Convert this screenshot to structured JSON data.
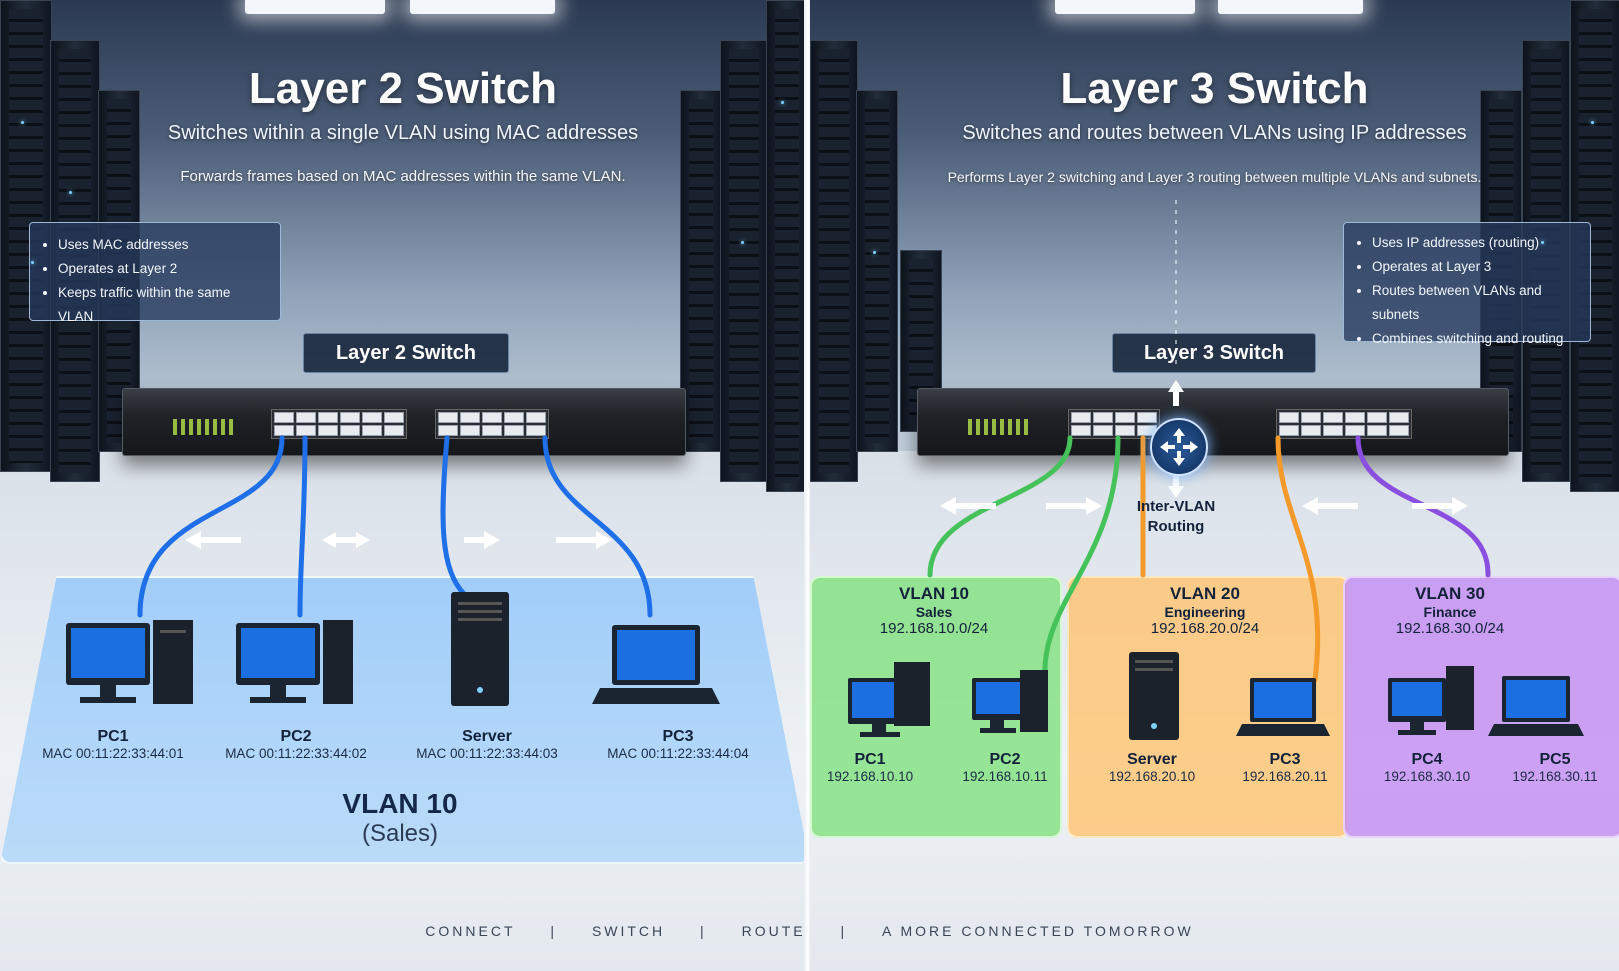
{
  "left": {
    "title": "Layer 2 Switch",
    "subtitle": "Switches within a single VLAN using MAC addresses",
    "description": "Forwards frames based on MAC addresses within the same VLAN.",
    "bullets": [
      "Uses MAC addresses",
      "Operates at Layer 2",
      "Keeps traffic within the same VLAN"
    ],
    "switch_label": "Layer 2 Switch",
    "devices": [
      {
        "name": "PC1",
        "addr": "MAC 00:11:22:33:44:01",
        "icon": "desktop-pc-icon"
      },
      {
        "name": "PC2",
        "addr": "MAC 00:11:22:33:44:02",
        "icon": "desktop-pc-icon"
      },
      {
        "name": "Server",
        "addr": "MAC 00:11:22:33:44:03",
        "icon": "server-tower-icon"
      },
      {
        "name": "PC3",
        "addr": "MAC 00:11:22:33:44:04",
        "icon": "laptop-icon"
      }
    ],
    "vlan": {
      "name": "VLAN 10",
      "dept": "(Sales)"
    }
  },
  "right": {
    "title": "Layer 3 Switch",
    "subtitle": "Switches and routes between VLANs using IP addresses",
    "description": "Performs Layer 2 switching and Layer 3 routing between multiple VLANs and subnets.",
    "bullets": [
      "Uses IP addresses (routing)",
      "Operates at Layer 3",
      "Routes between VLANs and subnets",
      "Combines switching and routing"
    ],
    "switch_label": "Layer 3 Switch",
    "routing_line1": "Inter-VLAN",
    "routing_line2": "Routing",
    "vlans": [
      {
        "name": "VLAN 10",
        "dept": "Sales",
        "subnet": "192.168.10.0/24",
        "color": "#7ee07a",
        "devices": [
          {
            "name": "PC1",
            "addr": "192.168.10.10"
          },
          {
            "name": "PC2",
            "addr": "192.168.10.11"
          }
        ]
      },
      {
        "name": "VLAN 20",
        "dept": "Engineering",
        "subnet": "192.168.20.0/24",
        "color": "#ffc372",
        "devices": [
          {
            "name": "Server",
            "addr": "192.168.20.10"
          },
          {
            "name": "PC3",
            "addr": "192.168.20.11"
          }
        ]
      },
      {
        "name": "VLAN 30",
        "dept": "Finance",
        "subnet": "192.168.30.0/24",
        "color": "#c38cf2",
        "devices": [
          {
            "name": "PC4",
            "addr": "192.168.30.10"
          },
          {
            "name": "PC5",
            "addr": "192.168.30.11"
          }
        ]
      }
    ]
  },
  "footer": {
    "items": [
      "CONNECT",
      "|",
      "SWITCH",
      "|",
      "ROUTE",
      "|",
      "A MORE CONNECTED TOMORROW"
    ]
  },
  "colors": {
    "l2_cable": "#1f6fe8",
    "vlan10": "#45c25a",
    "vlan20": "#f39a2b",
    "vlan30": "#8b4fe0",
    "l2_floor": "#a9d2f7"
  }
}
